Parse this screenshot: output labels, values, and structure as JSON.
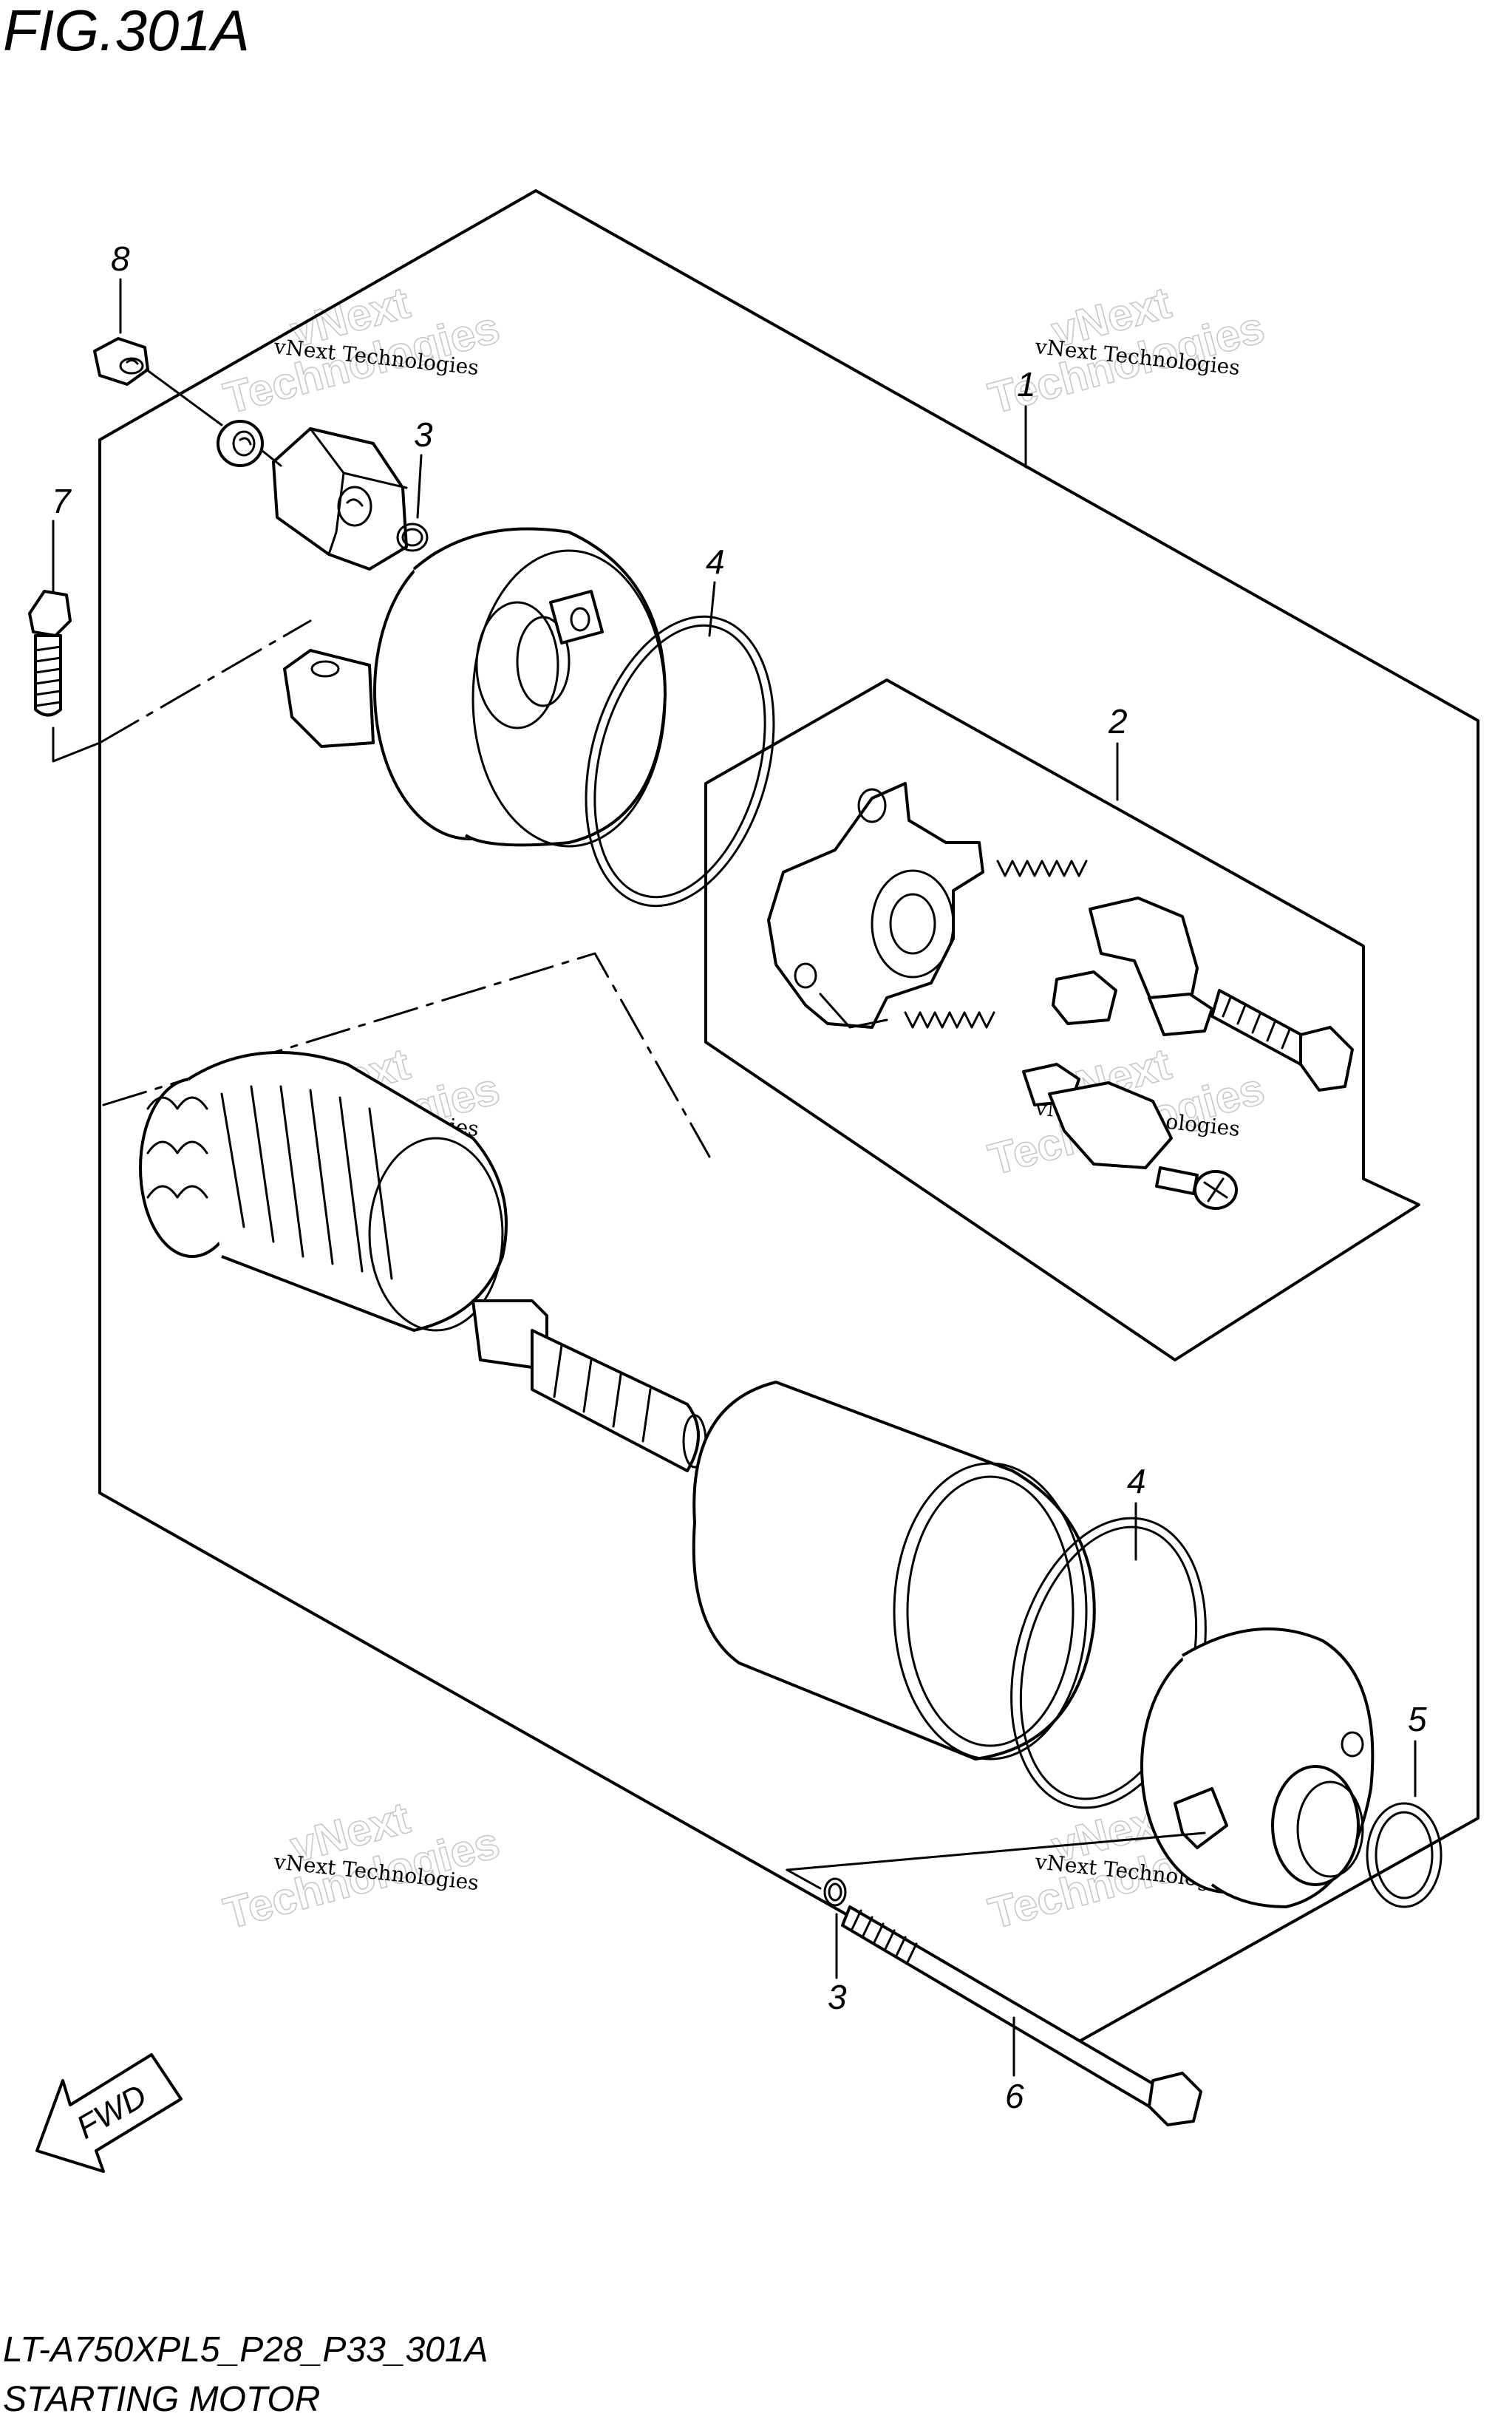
{
  "figure": {
    "title": "FIG.301A",
    "model_code": "LT-A750XPL5_P28_P33_301A",
    "section_name": "STARTING MOTOR",
    "fwd_label": "FWD"
  },
  "watermarks": {
    "company": "vNext Technologies",
    "big_top": "vNext",
    "big_bottom": "Technologies"
  },
  "callouts": [
    "1",
    "2",
    "3",
    "4",
    "4",
    "3",
    "5",
    "6",
    "7",
    "8"
  ],
  "colors": {
    "line": "#000000",
    "background": "#ffffff",
    "watermark": "#c8c8c8"
  }
}
